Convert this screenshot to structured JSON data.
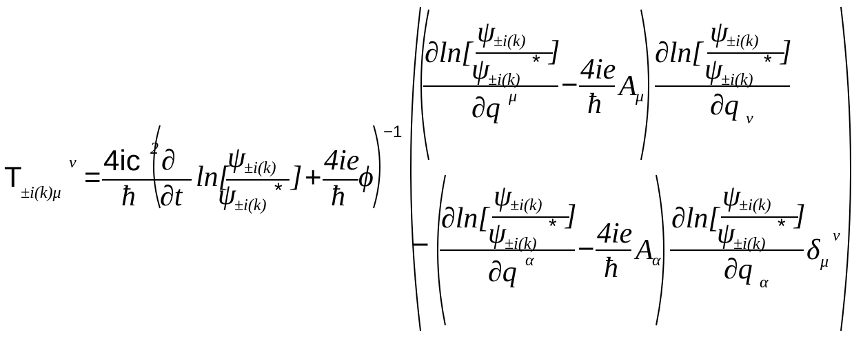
{
  "equation": {
    "lhs": {
      "symbol": "T",
      "sub": "±i(k)μ",
      "sup": "ν"
    },
    "equals": "=",
    "prefactor": {
      "num": "4ic",
      "num_sup": "2",
      "den": "ħ"
    },
    "inverse_factor": {
      "deriv_num": "∂",
      "deriv_den": "∂t",
      "ln": "ln[",
      "psi": "ψ",
      "psi_sub": "±i(k)",
      "conj": "*",
      "close": "]",
      "plus": "+",
      "coef_num": "4ie",
      "coef_den": "ħ",
      "phi": "ϕ",
      "power": "−1"
    },
    "term1": {
      "ln": "∂ln[",
      "psi": "ψ",
      "psi_sub": "±i(k)",
      "conj": "*",
      "close": "]",
      "den1": "∂q",
      "den1_sup": "μ",
      "minus": "−",
      "coef_num": "4ie",
      "coef_den": "ħ",
      "A": "A",
      "A_sub": "μ",
      "den2": "∂q",
      "den2_sub": "ν"
    },
    "term2": {
      "lead_minus": "−",
      "ln": "∂ln[",
      "psi": "ψ",
      "psi_sub": "±i(k)",
      "conj": "*",
      "close": "]",
      "den1": "∂q",
      "den1_sup": "α",
      "minus": "−",
      "coef_num": "4ie",
      "coef_den": "ħ",
      "A": "A",
      "A_sub": "α",
      "den2": "∂q",
      "den2_sub": "α",
      "delta": "δ",
      "delta_sub": "μ",
      "delta_sup": "ν"
    }
  }
}
